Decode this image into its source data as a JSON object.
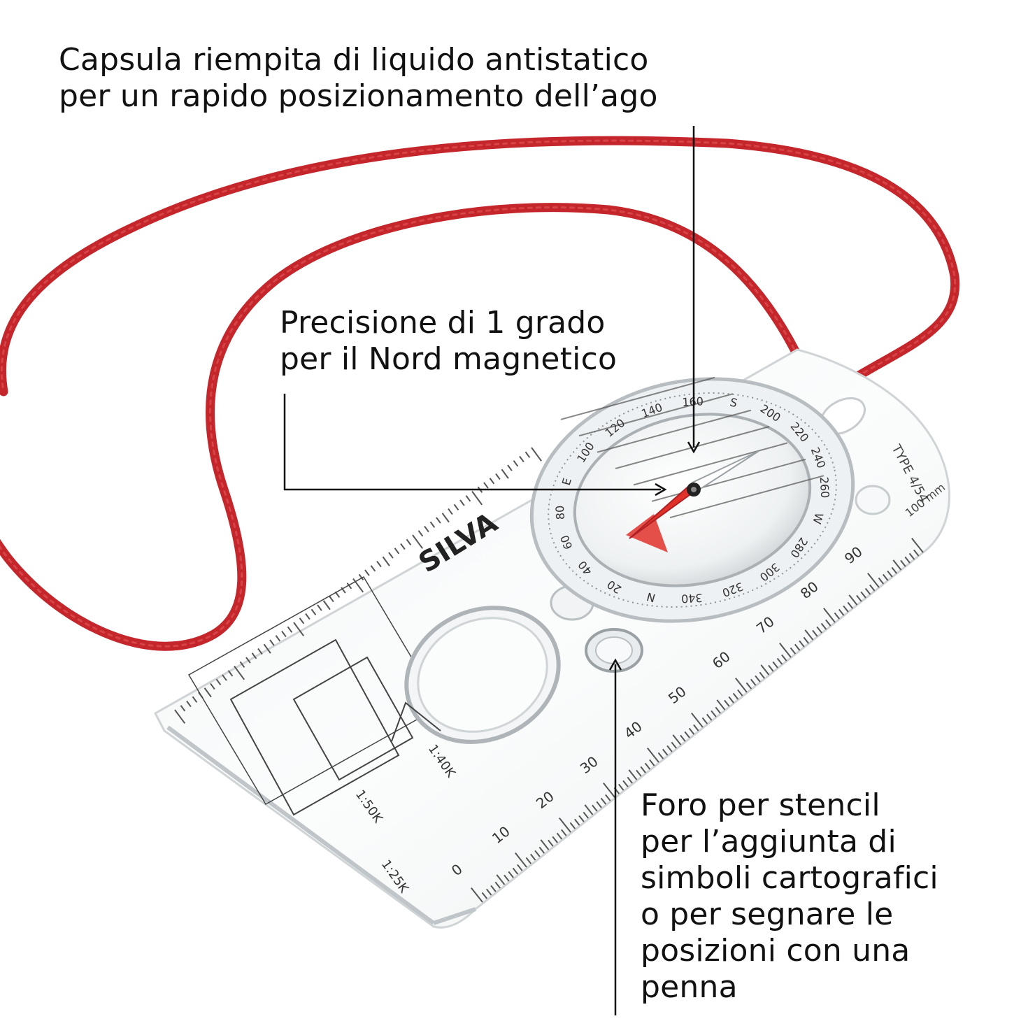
{
  "callouts": {
    "capsule": {
      "lines": [
        "Capsula riempita di liquido antistatico",
        "per un rapido posizionamento dell’ago"
      ]
    },
    "precision": {
      "lines": [
        "Precisione di 1 grado",
        "per il Nord magnetico"
      ]
    },
    "stencil": {
      "lines": [
        "Foro per stencil",
        "per l’aggiunta di",
        "simboli cartografici",
        "o per segnare le",
        "posizioni con una",
        "penna"
      ]
    }
  },
  "product": {
    "brand": "SILVA",
    "model": "TYPE 4/54",
    "scales": [
      "1:50K",
      "1:40K",
      "1:25K"
    ],
    "mm_label": "100 mm",
    "ruler_numbers": [
      "0",
      "10",
      "20",
      "30",
      "40",
      "50",
      "60",
      "70",
      "80",
      "90"
    ],
    "bezel_labels": [
      "E",
      "100",
      "120",
      "140",
      "160",
      "S",
      "200",
      "220",
      "240",
      "260",
      "W",
      "280",
      "300",
      "320",
      "340",
      "N",
      "20",
      "40",
      "60",
      "80"
    ]
  },
  "colors": {
    "cord": "#c4262b",
    "needle_red": "#e0322a",
    "leader": "#111111",
    "text": "#111111"
  }
}
